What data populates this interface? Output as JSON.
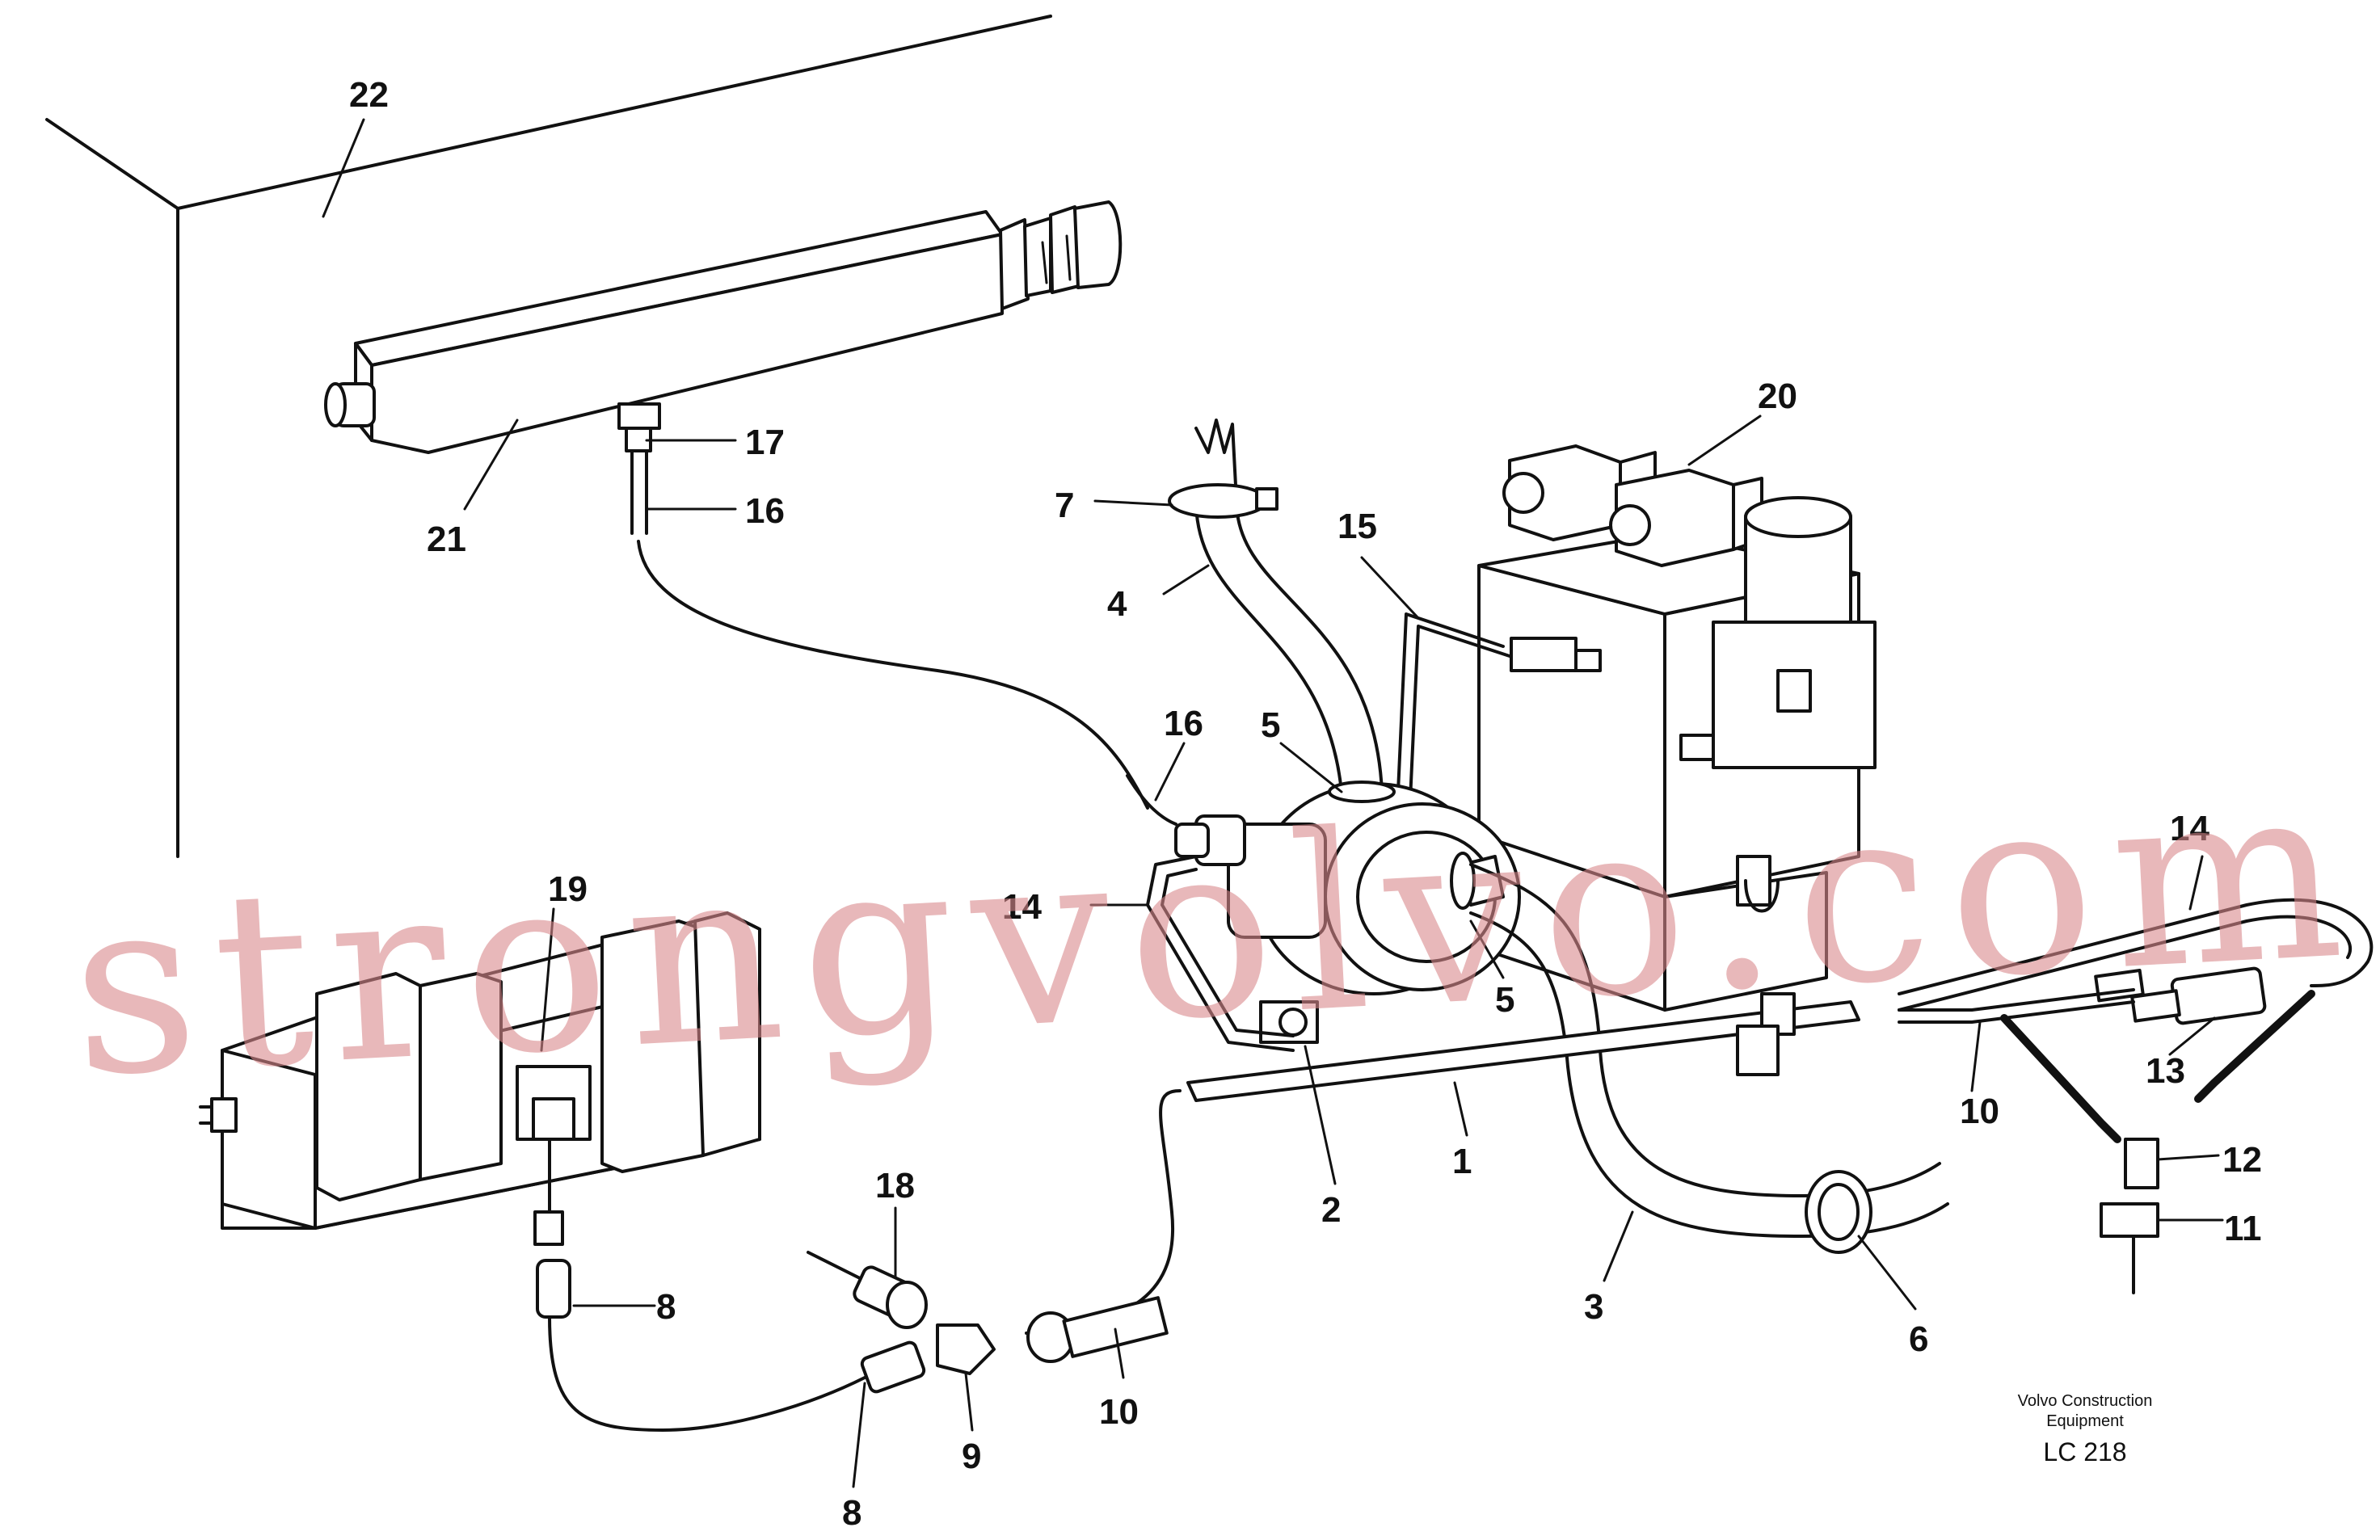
{
  "diagram": {
    "watermark": "strongvolvo.com",
    "maker_line1": "Volvo Construction",
    "maker_line2": "Equipment",
    "drawing_code": "LC 218",
    "labels": [
      {
        "id": "22",
        "text": "22"
      },
      {
        "id": "21",
        "text": "21"
      },
      {
        "id": "17",
        "text": "17"
      },
      {
        "id": "16a",
        "text": "16"
      },
      {
        "id": "7",
        "text": "7"
      },
      {
        "id": "4",
        "text": "4"
      },
      {
        "id": "15",
        "text": "15"
      },
      {
        "id": "20",
        "text": "20"
      },
      {
        "id": "16b",
        "text": "16"
      },
      {
        "id": "5a",
        "text": "5"
      },
      {
        "id": "14a",
        "text": "14"
      },
      {
        "id": "19",
        "text": "19"
      },
      {
        "id": "5b",
        "text": "5"
      },
      {
        "id": "14b",
        "text": "14"
      },
      {
        "id": "13",
        "text": "13"
      },
      {
        "id": "10a",
        "text": "10"
      },
      {
        "id": "12",
        "text": "12"
      },
      {
        "id": "11",
        "text": "11"
      },
      {
        "id": "1",
        "text": "1"
      },
      {
        "id": "2",
        "text": "2"
      },
      {
        "id": "3",
        "text": "3"
      },
      {
        "id": "6",
        "text": "6"
      },
      {
        "id": "18",
        "text": "18"
      },
      {
        "id": "8a",
        "text": "8"
      },
      {
        "id": "8b",
        "text": "8"
      },
      {
        "id": "9",
        "text": "9"
      },
      {
        "id": "10b",
        "text": "10"
      }
    ]
  }
}
